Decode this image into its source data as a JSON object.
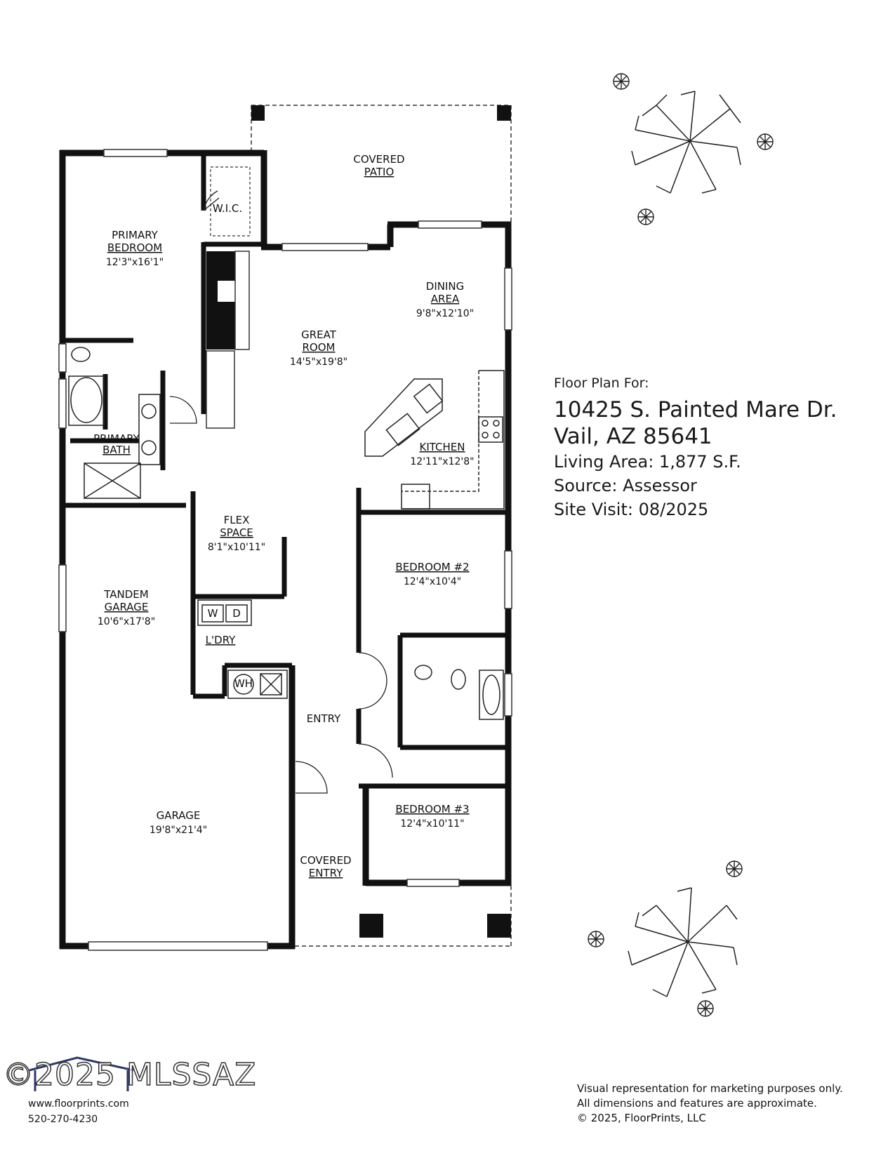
{
  "rooms": {
    "covered_patio": {
      "line1": "COVERED",
      "line2": "PATIO"
    },
    "wic": {
      "name": "W.I.C."
    },
    "primary_bedroom": {
      "line1": "PRIMARY",
      "line2": "BEDROOM",
      "dim": "12'3\"x16'1\""
    },
    "dining": {
      "line1": "DINING",
      "line2": "AREA",
      "dim": "9'8\"x12'10\""
    },
    "great_room": {
      "line1": "GREAT",
      "line2": "ROOM",
      "dim": "14'5\"x19'8\""
    },
    "kitchen": {
      "name": "KITCHEN",
      "dim": "12'11\"x12'8\""
    },
    "primary_bath": {
      "line1": "PRIMARY",
      "line2": "BATH"
    },
    "flex": {
      "line1": "FLEX",
      "line2": "SPACE",
      "dim": "8'1\"x10'11\""
    },
    "bedroom2": {
      "name": "BEDROOM #2",
      "dim": "12'4\"x10'4\""
    },
    "tandem": {
      "line1": "TANDEM",
      "line2": "GARAGE",
      "dim": "10'6\"x17'8\""
    },
    "laundry": {
      "name": "L'DRY",
      "washer": "W",
      "dryer": "D",
      "water_heater": "WH"
    },
    "entry": {
      "name": "ENTRY"
    },
    "garage": {
      "name": "GARAGE",
      "dim": "19'8\"x21'4\""
    },
    "bedroom3": {
      "name": "BEDROOM #3",
      "dim": "12'4\"x10'11\""
    },
    "covered_entry": {
      "line1": "COVERED",
      "line2": "ENTRY"
    }
  },
  "info": {
    "for": "Floor Plan For:",
    "address1": "10425 S. Painted Mare Dr.",
    "address2": "Vail, AZ  85641",
    "living_area": "Living Area:  1,877 S.F.",
    "source": "Source:  Assessor",
    "site_visit": "Site Visit:  08/2025"
  },
  "disclaimer": {
    "line1": "Visual representation for marketing purposes only.",
    "line2": "All dimensions and features are approximate.",
    "line3": "© 2025, FloorPrints, LLC"
  },
  "company": {
    "website": "www.floorprints.com",
    "phone": "520-270-4230",
    "logo_icon": "house-roof-logo-icon"
  },
  "watermark": "©2025 MLSSAZ",
  "colors": {
    "wall": "#111111",
    "line": "#222222",
    "logo_green": "#7fb34a"
  }
}
